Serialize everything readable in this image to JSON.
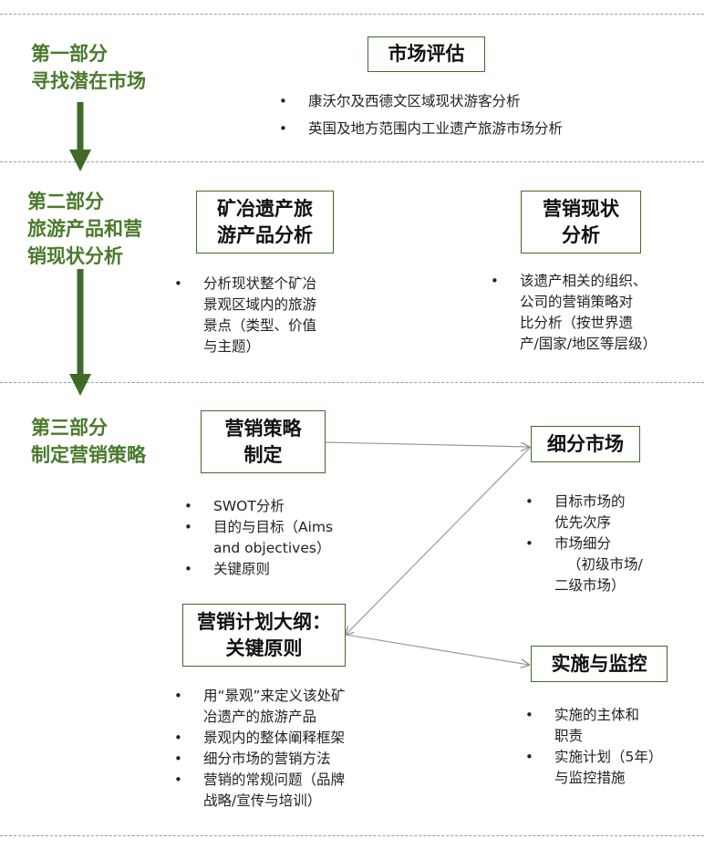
{
  "sections": [
    {
      "lines": [
        "第一部分",
        "寻找潜在市场"
      ]
    },
    {
      "lines": [
        "第二部分",
        "旅游产品和营",
        "销现状分析"
      ]
    },
    {
      "lines": [
        "第三部分",
        "制定营销策略"
      ]
    }
  ],
  "boxes": {
    "market_eval": {
      "lines": [
        "市场评估"
      ]
    },
    "product_analysis": {
      "lines": [
        "矿冶遗产旅",
        "游产品分析"
      ]
    },
    "marketing_status": {
      "lines": [
        "营销现状",
        "分析"
      ]
    },
    "strategy": {
      "lines": [
        "营销策略",
        "制定"
      ]
    },
    "segment": {
      "lines": [
        "细分市场"
      ]
    },
    "outline": {
      "lines": [
        "营销计划大纲：",
        "关键原则"
      ]
    },
    "implement": {
      "lines": [
        "实施与监控"
      ]
    }
  },
  "lists": {
    "market_eval": [
      [
        "康沃尔及西德文区域现状游客分析"
      ],
      [
        "英国及地方范围内工业遗产旅游市场分析"
      ]
    ],
    "product_analysis": [
      [
        "分析现状整个矿冶",
        "景观区域内的旅游",
        "景点（类型、价值",
        "与主题）"
      ]
    ],
    "marketing_status": [
      [
        "该遗产相关的组织、",
        "公司的营销策略对",
        "比分析（按世界遗",
        "产/国家/地区等层级）"
      ]
    ],
    "strategy": [
      [
        "SWOT分析"
      ],
      [
        "目的与目标（Aims",
        "and objectives）"
      ],
      [
        "关键原则"
      ]
    ],
    "segment": [
      [
        "目标市场的",
        "优先次序"
      ],
      [
        "市场细分",
        "（初级市场/",
        "二级市场）"
      ]
    ],
    "outline": [
      [
        "用“景观”来定义该处矿",
        "冶遗产的旅游产品"
      ],
      [
        "景观内的整体阐释框架"
      ],
      [
        "细分市场的营销方法"
      ],
      [
        "营销的常规问题（品牌",
        "战略/宣传与培训）"
      ]
    ],
    "implement": [
      [
        "实施的主体和",
        "职责"
      ],
      [
        "实施计划（5年）",
        "与监控措施"
      ]
    ]
  },
  "colors": {
    "accent": "#4a7a2c",
    "arrow": "#3f6a2a",
    "connector": "#9a9a9a"
  }
}
